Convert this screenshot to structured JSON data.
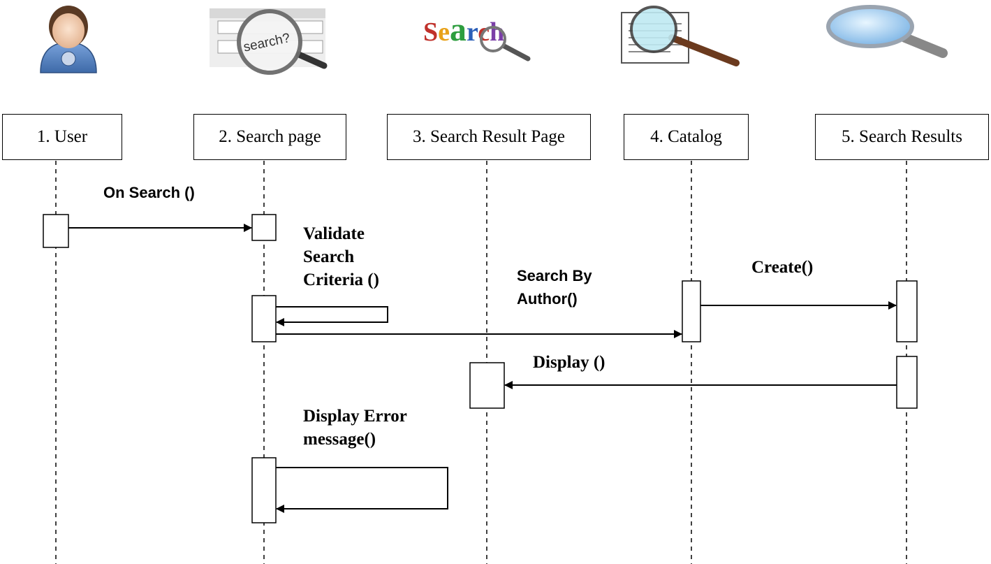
{
  "participants": [
    {
      "id": "user",
      "label": "1. User",
      "icon": "user-avatar-icon"
    },
    {
      "id": "search-page",
      "label": "2. Search page",
      "icon": "search-bar-magnifier-icon"
    },
    {
      "id": "search-result-page",
      "label": "3. Search Result Page",
      "icon": "search-logo-icon"
    },
    {
      "id": "catalog",
      "label": "4. Catalog",
      "icon": "document-magnifier-icon"
    },
    {
      "id": "search-results",
      "label": "5. Search Results",
      "icon": "magnifier-icon"
    }
  ],
  "messages": {
    "on_search": "On Search ()",
    "validate": [
      "Validate",
      "Search",
      "Criteria ()"
    ],
    "search_by_author": [
      "Search By",
      "Author()"
    ],
    "create": "Create()",
    "display": "Display ()",
    "display_error": [
      "Display Error",
      "message()"
    ]
  },
  "logo_text": "Search",
  "colors": {
    "user_body": "#5b86c4",
    "lens_fill": "#bfe4ff",
    "handle": "#6b3a1e",
    "logo_s": "#c0312b",
    "logo_e": "#e8a21a",
    "logo_a": "#2e9e3f",
    "logo_r": "#2c5fb8",
    "logo_c": "#c0312b",
    "logo_h": "#7b3fa8"
  }
}
